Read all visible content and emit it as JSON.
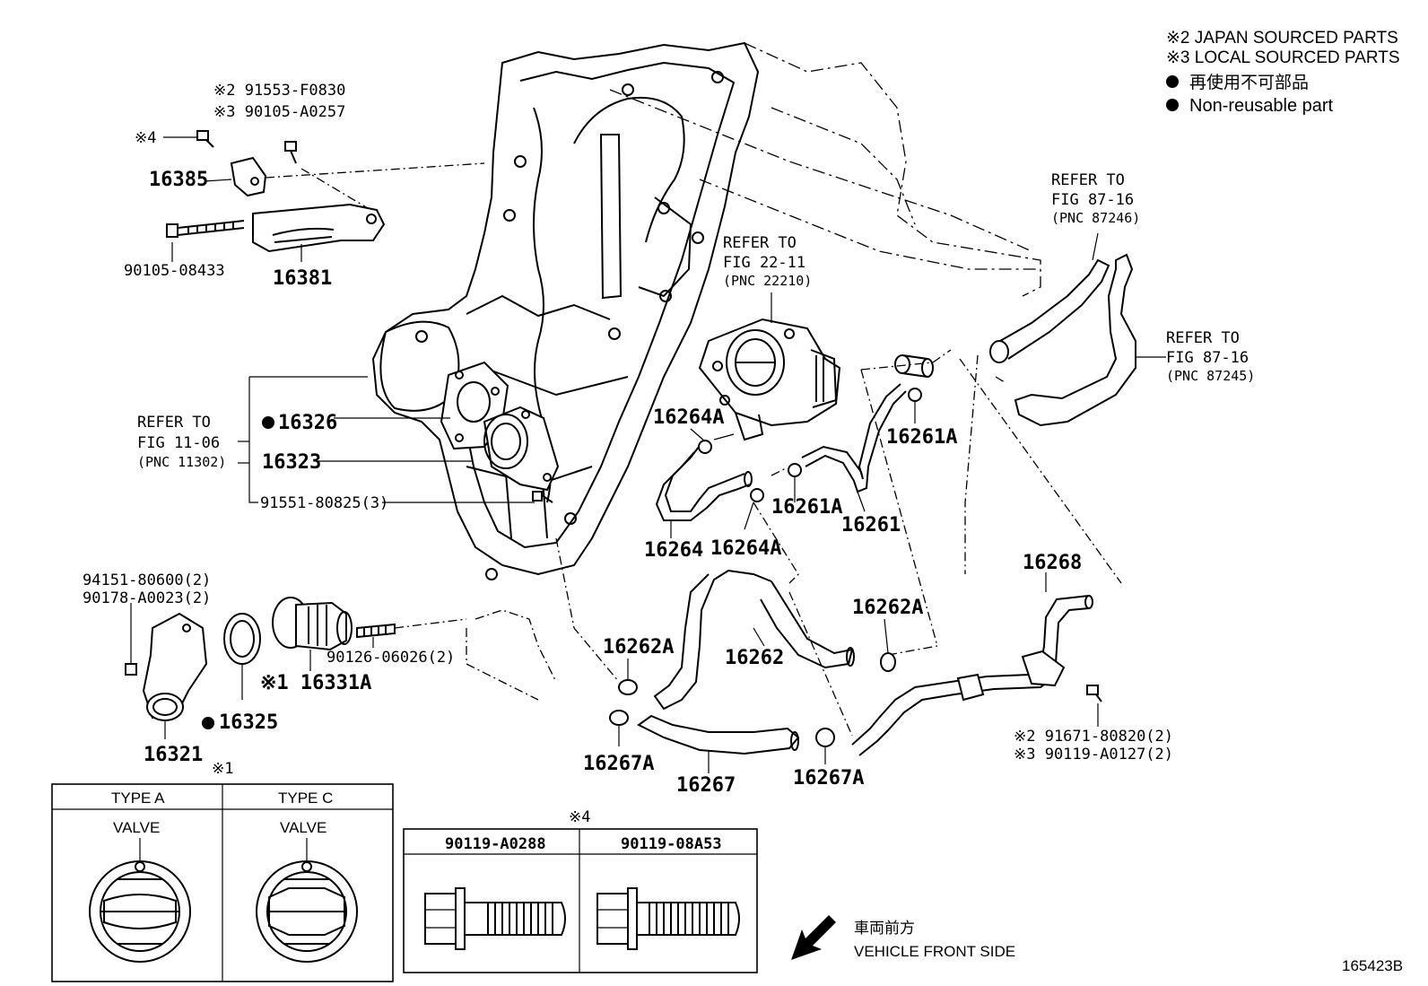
{
  "notes": {
    "japan": "※2 JAPAN SOURCED PARTS",
    "local": "※3 LOCAL SOURCED PARTS",
    "nonreusable_jp": "再使用不可部品",
    "nonreusable_en": "Non-reusable part"
  },
  "labels": {
    "p16385": "16385",
    "p16381": "16381",
    "p90105_08433": "90105-08433",
    "p91553": "※2 91553-F0830",
    "p90105_a0257": "※3 90105-A0257",
    "star4": "※4",
    "refer_fig1106_l1": "REFER TO",
    "refer_fig1106_l2": "FIG 11-06",
    "refer_fig1106_l3": "(PNC 11302)",
    "p16326": "16326",
    "p16323": "16323",
    "p91551": "91551-80825(3)",
    "p94151": "94151-80600(2)",
    "p90178": "90178-A0023(2)",
    "p16321": "16321",
    "p16325": "16325",
    "p16331a": "※1 16331A",
    "p90126": "90126-06026(2)",
    "refer_fig2211_l1": "REFER TO",
    "refer_fig2211_l2": "FIG 22-11",
    "refer_fig2211_l3": "(PNC 22210)",
    "p16264a_top": "16264A",
    "p16264": "16264",
    "p16264a_bot": "16264A",
    "p16261a_mid": "16261A",
    "p16261a_right": "16261A",
    "p16261": "16261",
    "refer_87246_l1": "REFER TO",
    "refer_87246_l2": "FIG 87-16",
    "refer_87246_l3": "(PNC 87246)",
    "refer_87245_l1": "REFER TO",
    "refer_87245_l2": "FIG 87-16",
    "refer_87245_l3": "(PNC 87245)",
    "p16268": "16268",
    "p16262a_right": "16262A",
    "p16262": "16262",
    "p16262a_left": "16262A",
    "p16267a_left": "16267A",
    "p16267": "16267",
    "p16267a_right": "16267A",
    "p91671": "※2 91671-80820(2)",
    "p90119_a0127": "※3 90119-A0127(2)",
    "star1": "※1"
  },
  "valve_table": {
    "type_a": "TYPE A",
    "type_c": "TYPE C",
    "valve_a": "VALVE",
    "valve_c": "VALVE"
  },
  "bolt_table": {
    "note": "※4",
    "col1": "90119-A0288",
    "col2": "90119-08A53"
  },
  "direction": {
    "jp": "車両前方",
    "en": "VEHICLE FRONT SIDE"
  },
  "illustration_id": "165423B"
}
